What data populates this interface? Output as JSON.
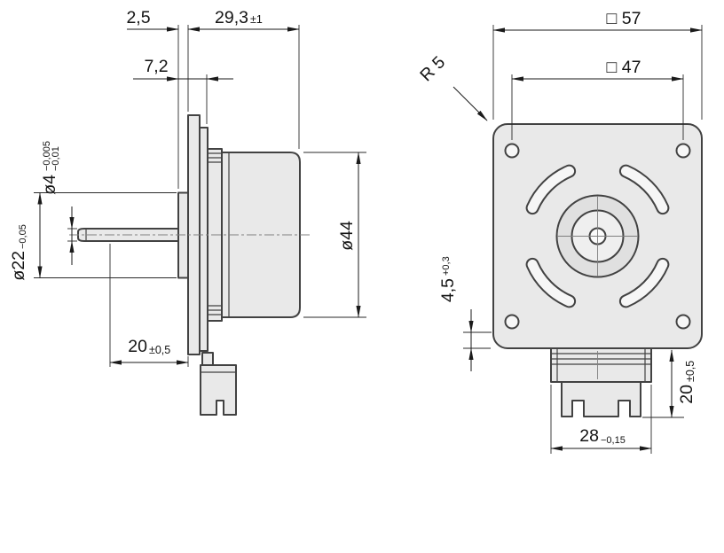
{
  "side_view": {
    "dims": {
      "flange_offset": {
        "value": "2,5"
      },
      "body_length": {
        "value": "29,3",
        "tol": "±1"
      },
      "front_depth": {
        "value": "7,2"
      },
      "shaft_dia": {
        "value": "ø4",
        "tol_upper": "−0,005",
        "tol_lower": "−0,01"
      },
      "pilot_dia": {
        "value": "ø22",
        "tol": "−0,05"
      },
      "body_dia": {
        "value": "ø44"
      },
      "shaft_length": {
        "value": "20",
        "tol": "±0,5"
      }
    }
  },
  "front_view": {
    "dims": {
      "outer_square": {
        "value": "□ 57"
      },
      "hole_pattern": {
        "value": "□ 47"
      },
      "corner_radius": {
        "value": "R 5"
      },
      "edge_to_slot": {
        "value": "4,5",
        "tol": "+0,3"
      },
      "connector_height": {
        "value": "20",
        "tol": "±0,5"
      },
      "connector_width": {
        "value": "28",
        "tol": "−0,15"
      }
    }
  },
  "colors": {
    "part_fill": "#e9e9e9",
    "outline": "#424242",
    "dimension": "#1a1a1a"
  }
}
